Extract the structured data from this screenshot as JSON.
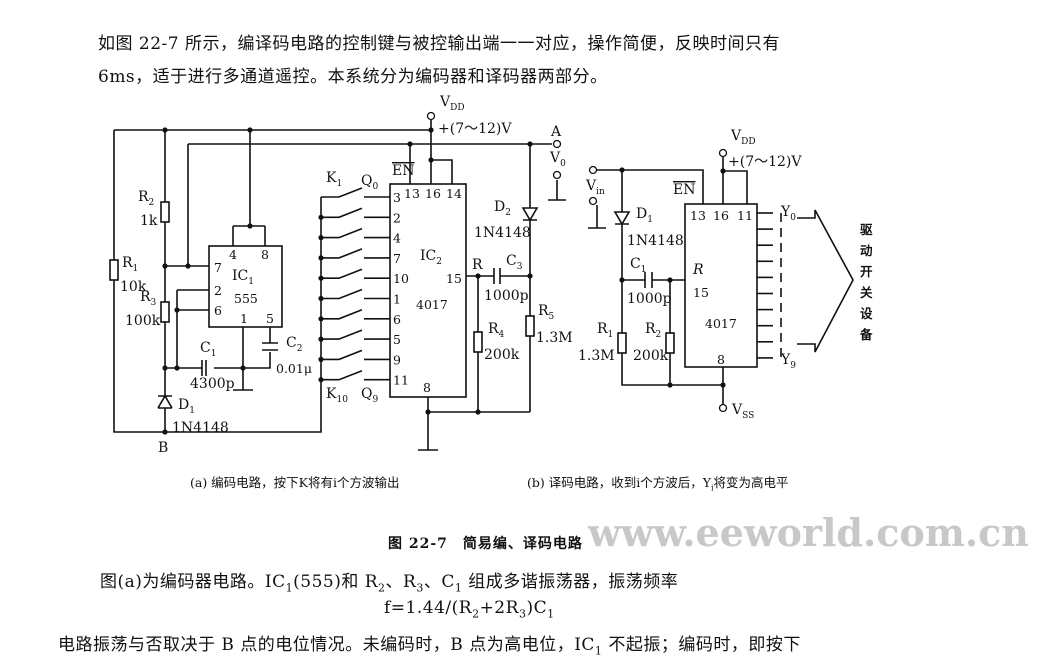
{
  "intro": {
    "line1": "如图 22-7 所示，编译码电路的控制键与被控输出端一一对应，操作简便，反映时间只有",
    "line2": "6ms，适于进行多通道遥控。本系统分为编码器和译码器两部分。"
  },
  "circuit_a": {
    "vdd": "V",
    "vdd_sub": "DD",
    "vdd_range": "+(7～12)V",
    "point_a": "A",
    "point_b": "B",
    "v0": "V",
    "v0_sub": "0",
    "r1": "R",
    "r1_sub": "1",
    "r1_val": "10k",
    "r2": "R",
    "r2_sub": "2",
    "r2_val": "1k",
    "r3": "R",
    "r3_sub": "3",
    "r3_val": "100k",
    "r4": "R",
    "r4_sub": "4",
    "r4_val": "200k",
    "r5": "R",
    "r5_sub": "5",
    "r5_val": "1.3M",
    "c1": "C",
    "c1_sub": "1",
    "c1_val": "4300p",
    "c2": "C",
    "c2_sub": "2",
    "c2_val": "0.01μ",
    "c3": "C",
    "c3_sub": "3",
    "c3_val": "1000p",
    "d1": "D",
    "d1_sub": "1",
    "d1_val": "1N4148",
    "d2": "D",
    "d2_sub": "2",
    "d2_val": "1N4148",
    "ic1": "IC",
    "ic1_sub": "1",
    "ic1_type": "555",
    "ic1_pins": {
      "p4": "4",
      "p8": "8",
      "p7": "7",
      "p2": "2",
      "p6": "6",
      "p1": "1",
      "p5": "5"
    },
    "ic2": "IC",
    "ic2_sub": "2",
    "ic2_type": "4017",
    "ic2_top_pins": [
      "13",
      "16",
      "14"
    ],
    "ic2_pin15": "15",
    "ic2_pin8": "8",
    "r_label": "R",
    "en": "EN",
    "k_first": "K",
    "k_first_sub": "1",
    "k_last": "K",
    "k_last_sub": "10",
    "q_first": "Q",
    "q_first_sub": "0",
    "q_last": "Q",
    "q_last_sub": "9",
    "switch_pins": [
      "3",
      "2",
      "4",
      "7",
      "10",
      "1",
      "6",
      "5",
      "9",
      "11"
    ]
  },
  "circuit_b": {
    "vdd": "V",
    "vdd_sub": "DD",
    "vdd_range": "+(7～12)V",
    "vin": "V",
    "vin_sub": "in",
    "vss": "V",
    "vss_sub": "SS",
    "en": "EN",
    "d1": "D",
    "d1_sub": "1",
    "d1_val": "1N4148",
    "c1": "C",
    "c1_sub": "1",
    "c1_val": "1000p",
    "r1": "R",
    "r1_sub": "1",
    "r1_val": "1.3M",
    "r2": "R",
    "r2_sub": "2",
    "r2_val": "200k",
    "ic_type": "4017",
    "r_label": "R",
    "pin15": "15",
    "pin8": "8",
    "top_pins": [
      "13",
      "16",
      "11"
    ],
    "y_first": "Y",
    "y_first_sub": "0",
    "y_last": "Y",
    "y_last_sub": "9",
    "device_label": [
      "驱",
      "动",
      "开",
      "关",
      "设",
      "备"
    ]
  },
  "watermark": "www.eeworld.com.cn",
  "captions": {
    "a": "(a) 编码电路，按下K将有i个方波输出",
    "b_pre": "(b) 译码电路，收到i个方波后，Y",
    "b_sub": "i",
    "b_post": "将变为高电平",
    "figure": "图 22-7　简易编、译码电路"
  },
  "body": {
    "l1_a": "图(a)为编码器电路。IC",
    "l1_s1": "1",
    "l1_b": "(555)和 R",
    "l1_s2": "2",
    "l1_c": "、R",
    "l1_s3": "3",
    "l1_d": "、C",
    "l1_s4": "1",
    "l1_e": " 组成多谐振荡器，振荡频率",
    "f_a": "f=1.44/(R",
    "f_s1": "2",
    "f_b": "+2R",
    "f_s2": "3",
    "f_c": ")C",
    "f_s3": "1",
    "l3_a": "电路振荡与否取决于 B 点的电位情况。未编码时，B 点为高电位，IC",
    "l3_s1": "1",
    "l3_b": " 不起振；编码时，即按下"
  }
}
